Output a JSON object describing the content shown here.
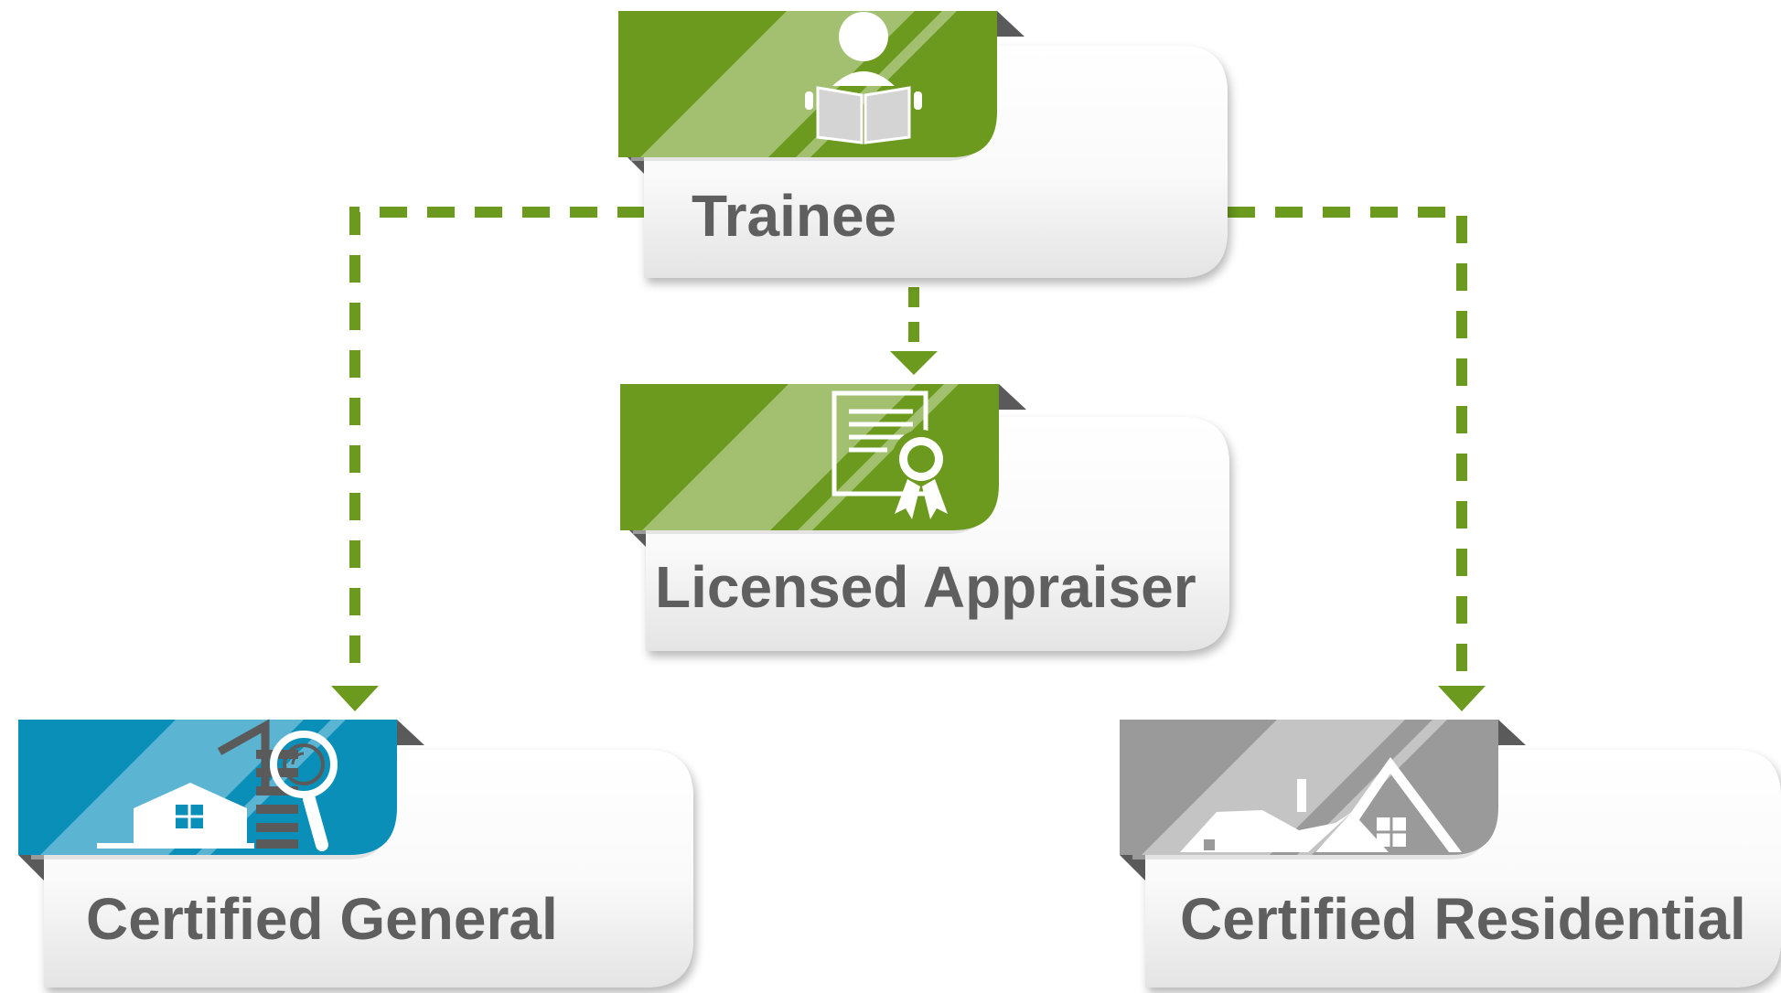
{
  "diagram": {
    "nodes": [
      {
        "id": "trainee",
        "label": "Trainee",
        "icon": "reading-person-icon",
        "color": "#6b9a1e"
      },
      {
        "id": "licensed",
        "label": "Licensed Appraiser",
        "icon": "certificate-icon",
        "color": "#6b9a1e"
      },
      {
        "id": "general",
        "label": "Certified General",
        "icon": "building-search-icon",
        "color": "#0a8fb8"
      },
      {
        "id": "residential",
        "label": "Certified Residential",
        "icon": "house-roof-icon",
        "color": "#9a9a9a"
      }
    ],
    "edges": [
      {
        "from": "trainee",
        "to": "licensed",
        "style": "dashed",
        "color": "#6b9a1e"
      },
      {
        "from": "trainee",
        "to": "general",
        "style": "dashed",
        "color": "#6b9a1e"
      },
      {
        "from": "trainee",
        "to": "residential",
        "style": "dashed",
        "color": "#6b9a1e"
      }
    ]
  }
}
